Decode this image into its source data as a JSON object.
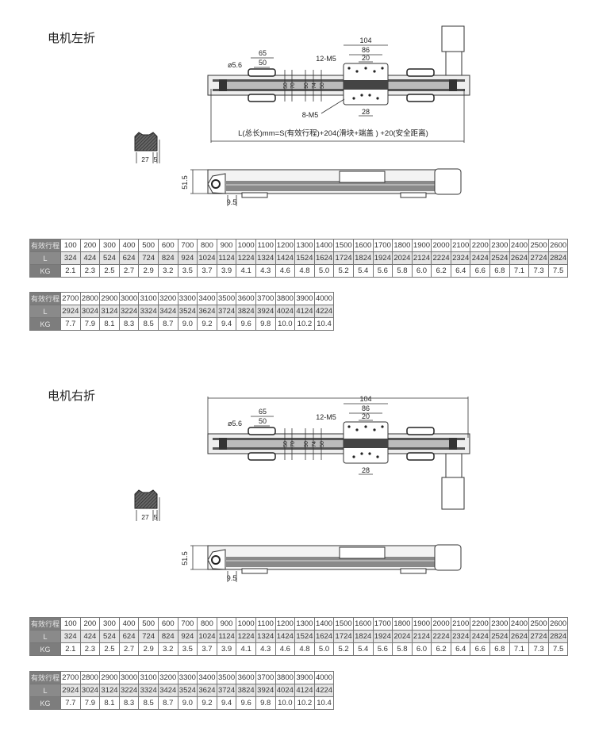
{
  "sections": [
    {
      "title": "电机左折",
      "formula": "L(总长)mm=S(有效行程)+204(滑块+端盖 ) +20(安全距离)"
    },
    {
      "title": "电机右折"
    }
  ],
  "dims": {
    "d104": "104",
    "d86": "86",
    "d20": "20",
    "d65": "65",
    "d50": "50",
    "hole": "ø5.6",
    "m12": "12-M5",
    "m8": "8-M5",
    "d28": "28",
    "w27": "27",
    "w5": "5",
    "h515": "51.5",
    "d95": "9.5",
    "v1": "50",
    "v2": "70",
    "v3": "90",
    "v4": "74",
    "v5": "50"
  },
  "row_labels": [
    "有效行程",
    "L",
    "KG"
  ],
  "table1": {
    "stroke": [
      "100",
      "200",
      "300",
      "400",
      "500",
      "600",
      "700",
      "800",
      "900",
      "1000",
      "1100",
      "1200",
      "1300",
      "1400",
      "1500",
      "1600",
      "1700",
      "1800",
      "1900",
      "2000",
      "2100",
      "2200",
      "2300",
      "2400",
      "2500",
      "2600"
    ],
    "L": [
      "324",
      "424",
      "524",
      "624",
      "724",
      "824",
      "924",
      "1024",
      "1124",
      "1224",
      "1324",
      "1424",
      "1524",
      "1624",
      "1724",
      "1824",
      "1924",
      "2024",
      "2124",
      "2224",
      "2324",
      "2424",
      "2524",
      "2624",
      "2724",
      "2824"
    ],
    "KG": [
      "2.1",
      "2.3",
      "2.5",
      "2.7",
      "2.9",
      "3.2",
      "3.5",
      "3.7",
      "3.9",
      "4.1",
      "4.3",
      "4.6",
      "4.8",
      "5.0",
      "5.2",
      "5.4",
      "5.6",
      "5.8",
      "6.0",
      "6.2",
      "6.4",
      "6.6",
      "6.8",
      "7.1",
      "7.3",
      "7.5"
    ]
  },
  "table2": {
    "stroke": [
      "2700",
      "2800",
      "2900",
      "3000",
      "3100",
      "3200",
      "3300",
      "3400",
      "3500",
      "3600",
      "3700",
      "3800",
      "3900",
      "4000"
    ],
    "L": [
      "2924",
      "3024",
      "3124",
      "3224",
      "3324",
      "3424",
      "3524",
      "3624",
      "3724",
      "3824",
      "3924",
      "4024",
      "4124",
      "4224"
    ],
    "KG": [
      "7.7",
      "7.9",
      "8.1",
      "8.3",
      "8.5",
      "8.7",
      "9.0",
      "9.2",
      "9.4",
      "9.6",
      "9.8",
      "10.0",
      "10.2",
      "10.4"
    ]
  }
}
